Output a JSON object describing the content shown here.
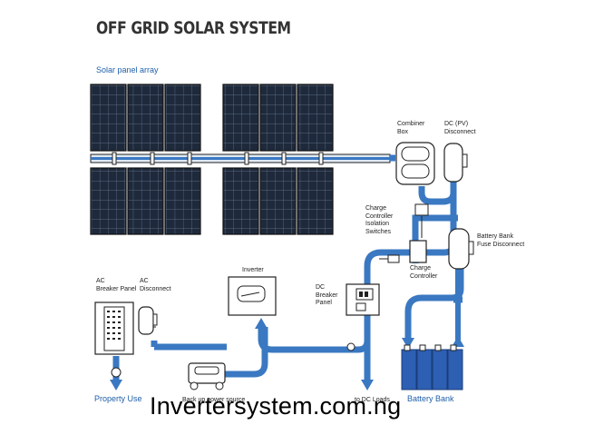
{
  "title": "OFF GRID SOLAR SYSTEM",
  "labels": {
    "solar_array": "Solar panel array",
    "combiner_box": "Combiner\nBox",
    "dc_pv_disconnect": "DC (PV)\nDisconnect",
    "charge_controller_isolation": "Charge\nController\nIsolation\nSwitches",
    "battery_bank_fuse": "Battery Bank\nFuse Disconnect",
    "charge_controller": "Charge\nController",
    "inverter": "Inverter",
    "dc_breaker_panel": "DC\nBreaker\nPanel",
    "ac_breaker_panel": "AC\nBreaker Panel",
    "ac_disconnect": "AC\nDisconnect",
    "property_use": "Property Use",
    "backup_power": "Back up power source",
    "dc_loads": "to DC Loads",
    "battery_bank": "Battery Bank"
  },
  "watermark": "Invertersystem.com.ng",
  "colors": {
    "pipe": "#3a78c2",
    "panel": "#1e2a3c",
    "cell_line": "#6c7a8e",
    "label_blue": "#1f5fa8"
  }
}
